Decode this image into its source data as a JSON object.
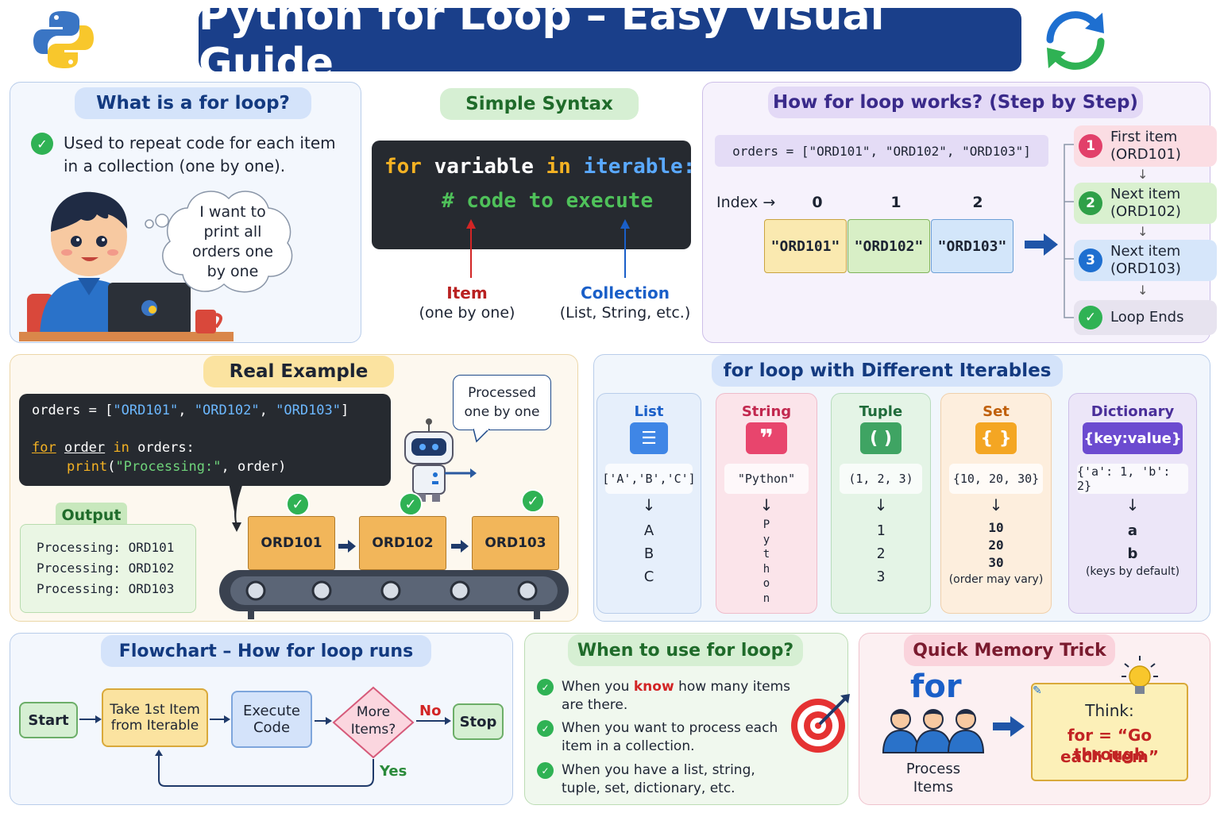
{
  "header": {
    "title": "Python for Loop – Easy Visual Guide"
  },
  "what": {
    "title": "What is a for loop?",
    "line1": "Used to repeat code for each item",
    "line2": "in a collection (one by one).",
    "thought": [
      "I want to",
      "print all",
      "orders one",
      "by one"
    ]
  },
  "syntax": {
    "title": "Simple Syntax",
    "kw_for": "for",
    "var": "variable",
    "kw_in": "in",
    "iter": "iterable:",
    "comment": "# code to execute",
    "item_label": "Item",
    "item_sub": "(one by one)",
    "coll_label": "Collection",
    "coll_sub": "(List, String, etc.)"
  },
  "how": {
    "title": "How for loop works? (Step by Step)",
    "code": "orders = [\"ORD101\", \"ORD102\", \"ORD103\"]",
    "index_label": "Index →",
    "indices": [
      "0",
      "1",
      "2"
    ],
    "items": [
      "\"ORD101\"",
      "\"ORD102\"",
      "\"ORD103\""
    ],
    "steps": [
      {
        "n": "1",
        "l1": "First item",
        "l2": "(ORD101)"
      },
      {
        "n": "2",
        "l1": "Next item",
        "l2": "(ORD102)"
      },
      {
        "n": "3",
        "l1": "Next item",
        "l2": "(ORD103)"
      }
    ],
    "end": "Loop Ends",
    "down": "↓"
  },
  "real": {
    "title": "Real Example",
    "c_orders": "orders",
    "c_eq": " = [",
    "c_o1": "\"ORD101\"",
    "c_o2": "\"ORD102\"",
    "c_o3": "\"ORD103\"",
    "c_sep": ", ",
    "c_close": "]",
    "c_for": "for",
    "c_order": "order",
    "c_in": "in",
    "c_orders2": "orders:",
    "c_print": "print",
    "c_str": "\"Processing:\"",
    "c_rest": ", order)",
    "c_open": "(",
    "bubble": [
      "Processed",
      "one by one"
    ],
    "output_title": "Output",
    "output_lines": [
      "Processing: ORD101",
      "Processing: ORD102",
      "Processing: ORD103"
    ],
    "crates": [
      "ORD101",
      "ORD102",
      "ORD103"
    ]
  },
  "iterables": {
    "title": "for loop with Different Iterables",
    "cols": [
      {
        "name": "List",
        "icon": "☰",
        "example": "['A','B','C']",
        "arrow": "↓",
        "values": [
          "A",
          "B",
          "C"
        ],
        "note": ""
      },
      {
        "name": "String",
        "icon": "❞",
        "example": "\"Python\"",
        "arrow": "↓",
        "values": [
          "P",
          "y",
          "t",
          "h",
          "o",
          "n"
        ],
        "note": ""
      },
      {
        "name": "Tuple",
        "icon": "( )",
        "example": "(1, 2, 3)",
        "arrow": "↓",
        "values": [
          "1",
          "2",
          "3"
        ],
        "note": ""
      },
      {
        "name": "Set",
        "icon": "{ }",
        "example": "{10, 20, 30}",
        "arrow": "↓",
        "values": [
          "10",
          "20",
          "30"
        ],
        "note": "(order may vary)"
      },
      {
        "name": "Dictionary",
        "icon": "{key:value}",
        "example": "{'a': 1, 'b': 2}",
        "arrow": "↓",
        "values": [
          "a",
          "b"
        ],
        "note": "(keys by default)"
      }
    ]
  },
  "flow": {
    "title": "Flowchart – How for loop runs",
    "start": "Start",
    "take1": "Take 1st Item",
    "take2": "from Iterable",
    "exec1": "Execute",
    "exec2": "Code",
    "more1": "More",
    "more2": "Items?",
    "no": "No",
    "yes": "Yes",
    "stop": "Stop"
  },
  "when": {
    "title": "When to use for loop?",
    "b1_pre": "When you ",
    "b1_hl": "know",
    "b1_post": " how many items",
    "b1_l2": "are there.",
    "b2_l1": "When you want to process each",
    "b2_l2": "item in a collection.",
    "b3_l1": "When you have a list, string,",
    "b3_l2": "tuple, set, dictionary, etc."
  },
  "trick": {
    "title": "Quick Memory Trick",
    "for_word": "for",
    "process1": "Process",
    "process2": "Items",
    "think": "Think:",
    "quote1": "for = “Go through",
    "quote2": "each item”"
  },
  "colors": {
    "header_bg": "#1a3f8a",
    "accent_green": "#2fb254",
    "accent_blue": "#1a5fc8",
    "accent_red": "#d22525"
  }
}
